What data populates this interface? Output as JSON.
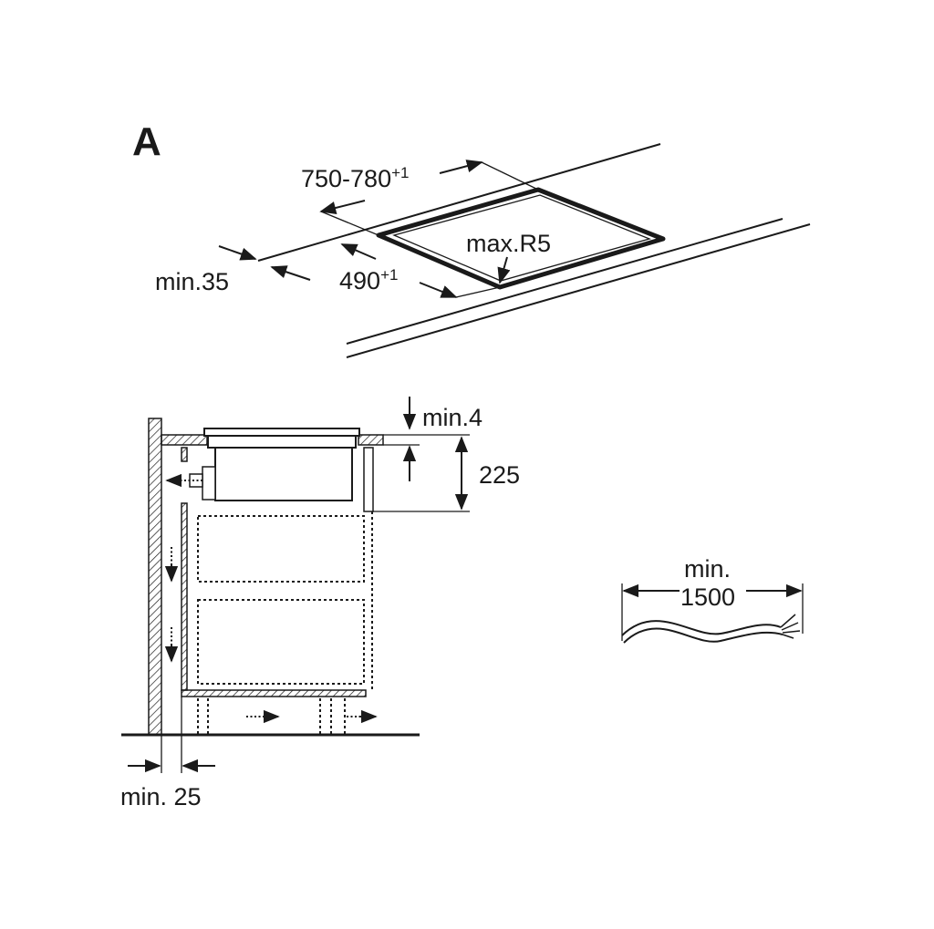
{
  "figure": {
    "label": "A",
    "countertop": {
      "cutout_width": "750-780",
      "cutout_width_tol": "+1",
      "cutout_depth": "490",
      "cutout_depth_tol": "+1",
      "corner_radius": "max.R5",
      "edge_distance": "min.35"
    },
    "section": {
      "gap_top": "min.4",
      "height": "225",
      "wall_gap": "min. 25"
    },
    "cable": {
      "length_line1": "min.",
      "length_line2": "1500"
    }
  }
}
